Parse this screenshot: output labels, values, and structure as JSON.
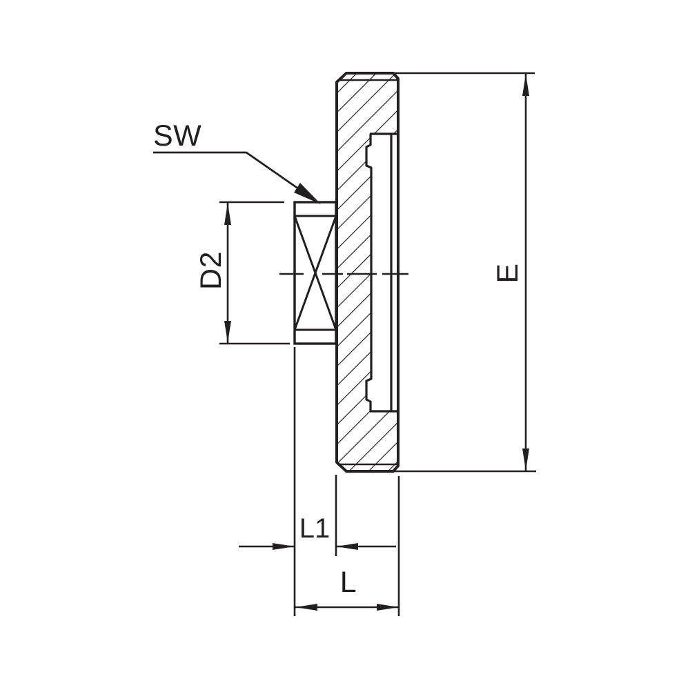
{
  "drawing": {
    "kind": "technical-section-drawing",
    "labels": {
      "wrench_size": "SW",
      "diameter_d2": "D2",
      "height_e": "E",
      "length_l1": "L1",
      "length_l": "L"
    },
    "colors": {
      "line": "#231f20",
      "background": "#ffffff"
    }
  }
}
